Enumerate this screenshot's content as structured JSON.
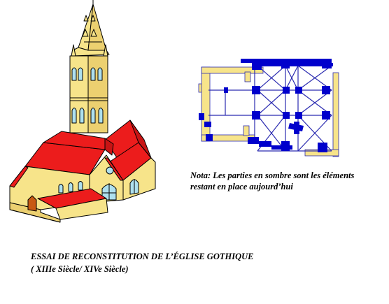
{
  "note": "Nota: Les parties en sombre sont les éléments restant en place aujourd’hui",
  "caption": {
    "title": "ESSAI DE RECONSTITUTION DE L’ÉGLISE GOTHIQUE",
    "subtitle": "( XIIIe Siècle/ XIVe Siècle)"
  },
  "colors": {
    "wall": "#f7e48a",
    "roof": "#ec1c1c",
    "outline": "#000000",
    "window": "#aee0ee",
    "remaining_walls": "#0000cc",
    "plan_lines": "#2a2ab0",
    "plan_fill": "#f7e48a"
  }
}
